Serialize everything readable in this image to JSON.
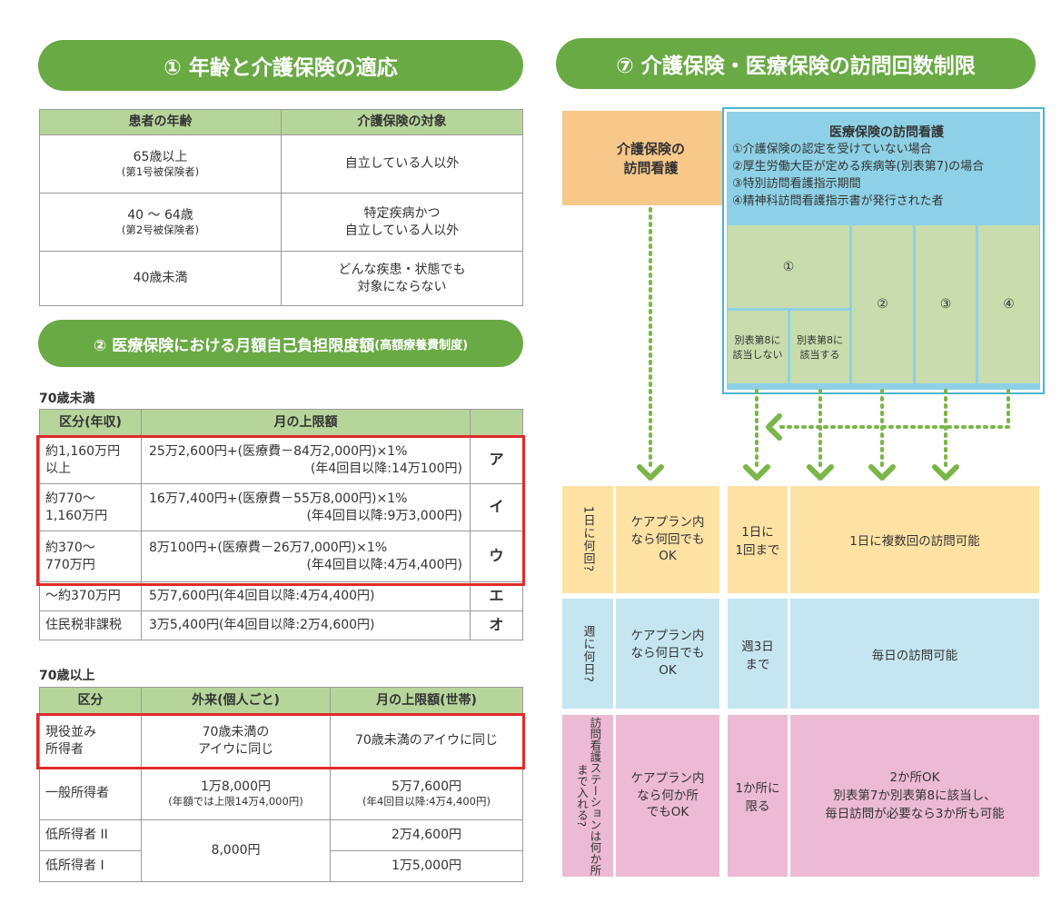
{
  "sec1": {
    "title": "① 年齢と介護保険の適応",
    "headers": [
      "患者の年齢",
      "介護保険の対象"
    ],
    "rows": [
      {
        "age": "65歳以上",
        "age_sub": "(第1号被保険者)",
        "target": "自立している人以外"
      },
      {
        "age": "40 ～ 64歳",
        "age_sub": "(第2号被保険者)",
        "target": "特定疾病かつ\n自立している人以外"
      },
      {
        "age": "40歳未満",
        "age_sub": "",
        "target": "どんな疾患・状態でも\n対象にならない"
      }
    ]
  },
  "sec2": {
    "title_main": "② 医療保険における月額自己負担限度額",
    "title_sub": "(高額療養費制度)",
    "under70": {
      "label": "70歳未満",
      "headers": [
        "区分(年収)",
        "月の上限額",
        ""
      ],
      "rows": [
        {
          "cat": "約1,160万円\n以上",
          "amount": "25万2,600円+(医療費－84万2,000円)×1%",
          "amount2": "(年4回目以降:14万100円)",
          "code": "ア"
        },
        {
          "cat": "約770～\n1,160万円",
          "amount": "16万7,400円+(医療費－55万8,000円)×1%",
          "amount2": "(年4回目以降:9万3,000円)",
          "code": "イ"
        },
        {
          "cat": "約370～\n770万円",
          "amount": "8万100円+(医療費－26万7,000円)×1%",
          "amount2": "(年4回目以降:4万4,400円)",
          "code": "ウ"
        },
        {
          "cat": "～約370万円",
          "amount": "5万7,600円(年4回目以降:4万4,400円)",
          "amount2": "",
          "code": "エ"
        },
        {
          "cat": "住民税非課税",
          "amount": "3万5,400円(年4回目以降:2万4,600円)",
          "amount2": "",
          "code": "オ"
        }
      ]
    },
    "over70": {
      "label": "70歳以上",
      "headers": [
        "区分",
        "外来(個人ごと)",
        "月の上限額(世帯)"
      ],
      "row1": {
        "cat": "現役並み\n所得者",
        "out": "70歳未満の\nアイウに同じ",
        "month": "70歳未満のアイウに同じ"
      },
      "row2": {
        "cat": "一般所得者",
        "out": "1万8,000円",
        "out_sub": "(年額では上限14万4,000円)",
        "month": "5万7,600円",
        "month_sub": "(年4回目以降:4万4,400円)"
      },
      "row3": {
        "cat": "低所得者 II",
        "month": "2万4,600円"
      },
      "row4": {
        "cat": "低所得者 I",
        "month": "1万5,000円"
      },
      "low_out": "8,000円"
    }
  },
  "sec7": {
    "title": "⑦ 介護保険・医療保険の訪問回数制限",
    "kaigo_box": "介護保険の\n訪問看護",
    "iryo_title": "医療保険の訪問看護",
    "iryo_items": [
      "①介護保険の認定を受けていない場合",
      "②厚生労働大臣が定める疾病等(別表第7)の場合",
      "③特別訪問看護指示期間",
      "④精神科訪問看護指示書が発行された者"
    ],
    "cols": [
      "①",
      "②",
      "③",
      "④"
    ],
    "sub_cols": [
      "別表第8に\n該当しない",
      "別表第8に\n該当する"
    ],
    "rows": [
      {
        "q": "1日に何回?",
        "kaigo": "ケアプラン内\nなら何回でも\nOK",
        "limited": "1日に\n1回まで",
        "unlimited": "1日に複数回の訪問可能"
      },
      {
        "q": "週に何日?",
        "kaigo": "ケアプラン内\nなら何日でも\nOK",
        "limited": "週3日\nまで",
        "unlimited": "毎日の訪問可能"
      },
      {
        "q": "訪問看護ステーションは何か所まで入れる?",
        "kaigo": "ケアプラン内\nなら何か所\nでもOK",
        "limited": "1か所に\n限る",
        "unlimited": "2か所OK\n別表第7か別表第8に該当し、\n毎日訪問が必要なら3か所も可能"
      }
    ]
  },
  "colors": {
    "green": "#6aaa45",
    "header_green": "#b6d59b",
    "light_green": "#c8dcad",
    "orange": "#f7c889",
    "blue": "#8ed1e6",
    "light_yellow": "#fde2a4",
    "light_blue": "#c5e6f1",
    "pink": "#ecbad3",
    "red": "#e02a2a"
  }
}
